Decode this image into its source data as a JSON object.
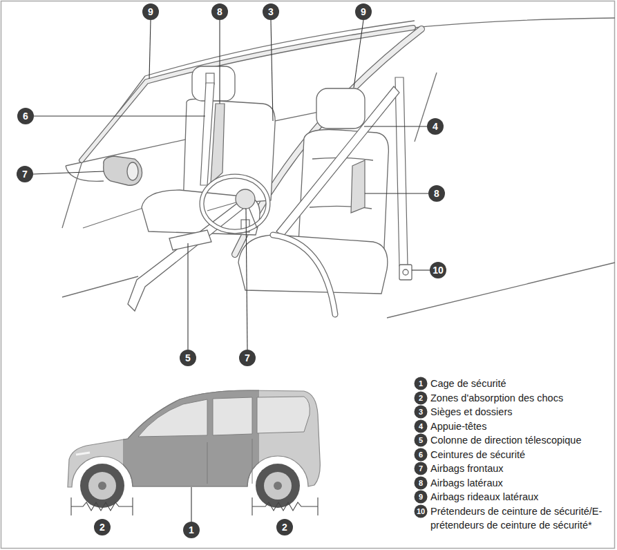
{
  "diagram": {
    "nodes": [
      {
        "text": [
          "9"
        ]
      },
      {
        "text": [
          "8"
        ]
      },
      {
        "text": [
          "3"
        ]
      },
      {
        "text": [
          "9"
        ]
      },
      {
        "text": [
          "6"
        ]
      },
      {
        "text": [
          "4"
        ]
      },
      {
        "text": [
          "7"
        ]
      },
      {
        "text": [
          "8"
        ]
      },
      {
        "text": [
          "10"
        ]
      },
      {
        "text": [
          "5"
        ]
      },
      {
        "text": [
          "7"
        ]
      },
      {
        "text": [
          "1",
          "Cage de sécurité"
        ]
      },
      {
        "text": [
          "2",
          "Zones d'absorption des chocs"
        ]
      },
      {
        "text": [
          "3",
          "Sièges et dossiers"
        ]
      },
      {
        "text": [
          "4",
          "Appuie-têtes"
        ]
      },
      {
        "text": [
          "5",
          "Colonne de direction télescopique"
        ]
      },
      {
        "text": [
          "6",
          "Ceintures de sécurité"
        ]
      },
      {
        "text": [
          "7",
          "Airbags frontaux"
        ]
      },
      {
        "text": [
          "8",
          "Airbags latéraux"
        ]
      },
      {
        "text": [
          "9",
          "Airbags rideaux latéraux"
        ]
      },
      {
        "text": [
          "10",
          "Prétendeurs de ceinture de sécurité/E-prétendeurs de ceinture de sécurité*"
        ]
      },
      {
        "text": [
          "2"
        ]
      },
      {
        "text": [
          "1"
        ]
      },
      {
        "text": [
          "2"
        ]
      }
    ]
  }
}
